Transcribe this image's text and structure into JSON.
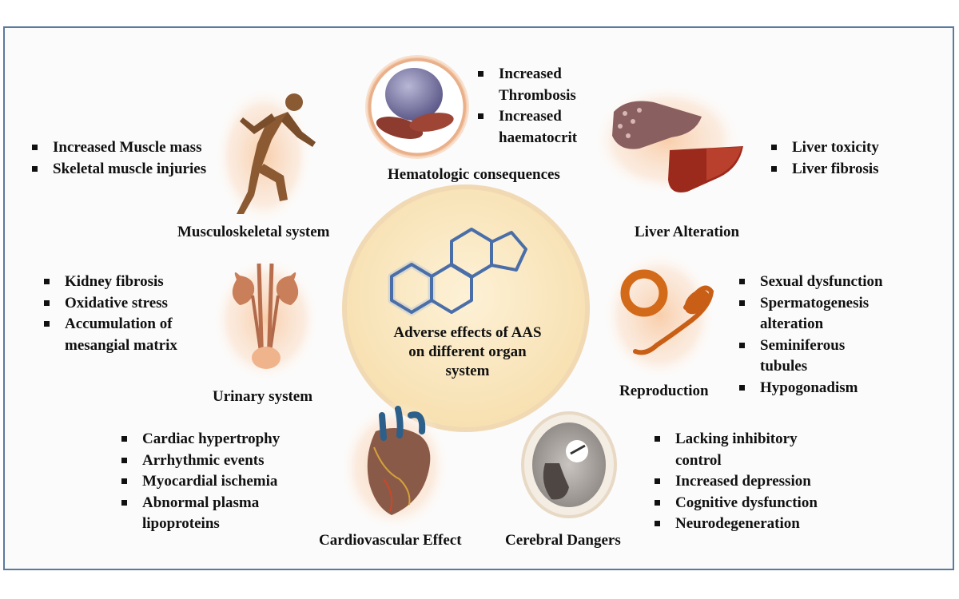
{
  "center": {
    "lines": [
      "Adverse effects of AAS",
      "on different organ",
      "system"
    ]
  },
  "musculoskeletal": {
    "title": "Musculoskeletal system",
    "bullets": [
      "Increased Muscle mass",
      "Skeletal muscle injuries"
    ]
  },
  "hematologic": {
    "title": "Hematologic consequences",
    "bullets": [
      "Increased Thrombosis",
      "Increased haematocrit"
    ],
    "bullet_lines": [
      [
        "Increased",
        "Thrombosis"
      ],
      [
        "Increased",
        "haematocrit"
      ]
    ]
  },
  "liver": {
    "title": "Liver Alteration",
    "bullets": [
      "Liver toxicity",
      "Liver fibrosis"
    ]
  },
  "urinary": {
    "title": "Urinary system",
    "bullets": [
      "Kidney fibrosis",
      "Oxidative stress",
      "Accumulation of mesangial matrix"
    ],
    "bullet_lines": [
      [
        "Kidney fibrosis"
      ],
      [
        "Oxidative stress"
      ],
      [
        "Accumulation of",
        "mesangial matrix"
      ]
    ]
  },
  "reproduction": {
    "title": "Reproduction",
    "bullets": [
      "Sexual dysfunction",
      "Spermatogenesis alteration",
      "Seminiferous tubules",
      "Hypogonadism"
    ],
    "bullet_lines": [
      [
        "Sexual dysfunction"
      ],
      [
        "Spermatogenesis",
        "alteration"
      ],
      [
        "Seminiferous",
        "tubules"
      ],
      [
        "Hypogonadism"
      ]
    ]
  },
  "cardiovascular": {
    "title": "Cardiovascular Effect",
    "bullets": [
      "Cardiac hypertrophy",
      "Arrhythmic events",
      "Myocardial ischemia",
      "Abnormal plasma lipoproteins"
    ],
    "bullet_lines": [
      [
        "Cardiac hypertrophy"
      ],
      [
        "Arrhythmic events"
      ],
      [
        "Myocardial ischemia"
      ],
      [
        "Abnormal plasma",
        "lipoproteins"
      ]
    ]
  },
  "cerebral": {
    "title": "Cerebral Dangers",
    "bullets": [
      "Lacking inhibitory control",
      "Increased depression",
      "Cognitive dysfunction",
      "Neurodegeneration"
    ],
    "bullet_lines": [
      [
        "Lacking inhibitory",
        "control"
      ],
      [
        "Increased depression"
      ],
      [
        "Cognitive dysfunction"
      ],
      [
        "Neurodegeneration"
      ]
    ]
  },
  "colors": {
    "frame": "#5b7a9e",
    "center_fill": "#fbeccb",
    "molecule_stroke": "#4a6ea8",
    "glow": "#f6c7a1",
    "organ_orange": "#d46a1c"
  }
}
